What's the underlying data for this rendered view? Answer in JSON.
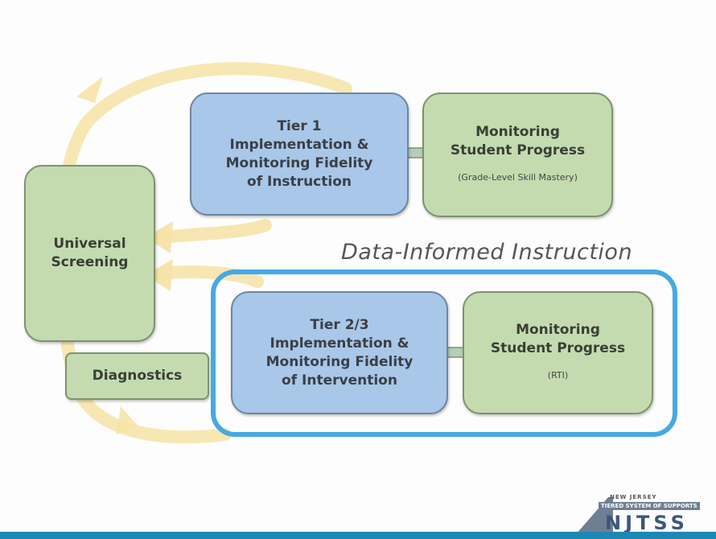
{
  "boxes": {
    "universal_screening": "Universal Screening",
    "diagnostics": "Diagnostics",
    "tier1": [
      "Tier 1",
      "Implementation &",
      "Monitoring Fidelity",
      "of Instruction"
    ],
    "monitoring1": {
      "title": [
        "Monitoring",
        "Student Progress"
      ],
      "sub": "(Grade-Level Skill Mastery)"
    },
    "tier23": [
      "Tier 2/3",
      "Implementation &",
      "Monitoring Fidelity",
      "of Intervention"
    ],
    "monitoring2": {
      "title": [
        "Monitoring",
        "Student Progress"
      ],
      "sub": "(RTI)"
    }
  },
  "section_label": "Data-Informed Instruction",
  "logo": {
    "line1": "NEW JERSEY",
    "line2": "TIERED SYSTEM OF SUPPORTS",
    "acronym": "NJTSS"
  },
  "colors": {
    "green": "#c4dbb0",
    "blue": "#a9c7e8",
    "highlight": "#47a9e3",
    "arrow": "#f5df9a"
  }
}
